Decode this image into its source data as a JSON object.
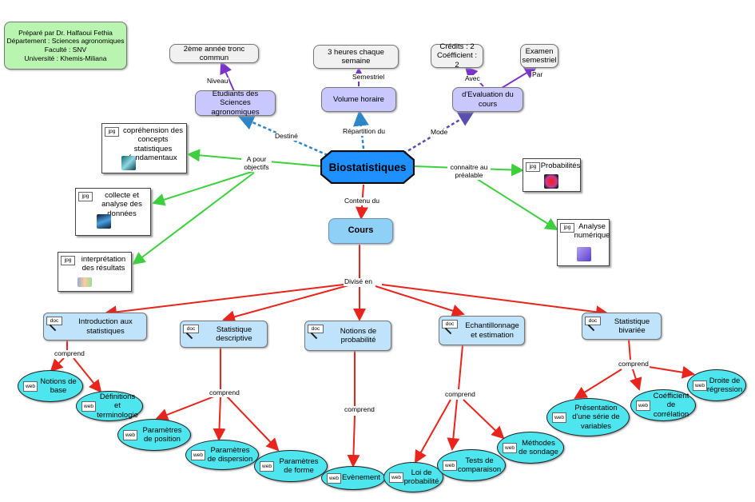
{
  "info": {
    "line1": "Préparé par Dr. Halfaoui Fethia",
    "line2": "Département : Sciences agronomiques",
    "line3": "Faculté : SNV",
    "line4": "Université : Khemis-Miliana"
  },
  "central": "Biostatistiques",
  "top": {
    "etudiants": "Etudiants des Sciences agronomiques",
    "volume": "Volume horaire",
    "evaluation": "d'Evaluation du cours",
    "annee": "2ème année tronc commun",
    "heures": "3 heures chaque semaine",
    "credits_1": "Crédits : 2",
    "credits_2": "Coéfficient : 2",
    "examen": "Examen semestriel"
  },
  "edge_labels": {
    "niveau": "Niveau",
    "semestriel": "Semestriel",
    "avec": "Avec",
    "par": "Par",
    "destine": "Destiné",
    "repartition": "Répartition du",
    "mode": "Mode",
    "objectifs": "A pour objectifs",
    "prealable": "connaitre au préalable",
    "contenu": "Contenu du",
    "divise": "Divisé en",
    "comprend": "comprend"
  },
  "objectives": [
    "copréhension des concepts statistiques fondamentaux",
    "collecte et analyse des données",
    "interprétation des résultats"
  ],
  "prerequisites": [
    "Probabilités",
    "Analyse numérique"
  ],
  "cours": "Cours",
  "topics": [
    "Introduction aux statistiques",
    "Statistique descriptive",
    "Notions de probabilité",
    "Echantillonnage et estimation",
    "Statistique bivariée"
  ],
  "leaves": {
    "intro": [
      "Notions de base",
      "Définitions et terminologie"
    ],
    "descriptive": [
      "Paramètres de position",
      "Paramètres de dispersion",
      "Paramètres de forme"
    ],
    "probabilite": [
      "Evènement"
    ],
    "echantillonnage": [
      "Loi de probabilité",
      "Tests de comparaison",
      "Méthodes de sondage"
    ],
    "bivariee": [
      "Présentation d'une série de variables",
      "Coéfficient de corrélation",
      "Droite de régression"
    ]
  },
  "badges": {
    "doc": "doc",
    "web": "web",
    "jpg": "jpg"
  },
  "colors": {
    "red": "#e8241c",
    "green": "#3ecf3e",
    "blue_dash": "#2e86c9",
    "purple_dash": "#5a4fb0",
    "purple": "#7a33c9",
    "leaf": "#4de6ef",
    "central": "#1e90ff"
  }
}
